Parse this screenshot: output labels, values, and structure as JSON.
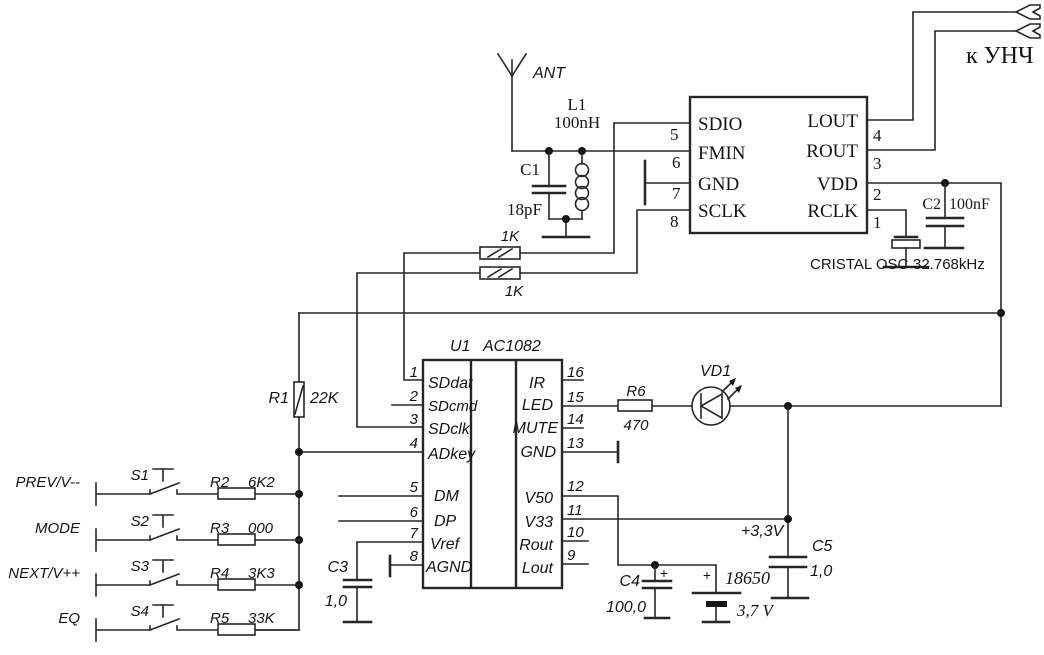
{
  "antenna": {
    "label": "ANT"
  },
  "l1": {
    "ref": "L1",
    "value": "100nH"
  },
  "c1": {
    "ref": "C1",
    "value": "18pF"
  },
  "r_sdio": {
    "value": "1K"
  },
  "r_sclk": {
    "value": "1K"
  },
  "tuner": {
    "pins_left": [
      {
        "num": "5",
        "name": "SDIO"
      },
      {
        "num": "6",
        "name": "FMIN"
      },
      {
        "num": "7",
        "name": "GND"
      },
      {
        "num": "8",
        "name": "SCLK"
      }
    ],
    "pins_right": [
      {
        "num": "4",
        "name": "LOUT"
      },
      {
        "num": "3",
        "name": "ROUT"
      },
      {
        "num": "2",
        "name": "VDD"
      },
      {
        "num": "1",
        "name": "RCLK"
      }
    ]
  },
  "output": {
    "label": "к УНЧ"
  },
  "crystal": {
    "name": "CRISTAL OSC",
    "freq": "32.768kHz"
  },
  "c2": {
    "ref": "C2",
    "value": "100nF"
  },
  "u1": {
    "ref": "U1",
    "part": "AC1082",
    "pins_left": [
      {
        "num": "1",
        "name": "SDdat"
      },
      {
        "num": "2",
        "name": "SDcmd"
      },
      {
        "num": "3",
        "name": "SDclk"
      },
      {
        "num": "4",
        "name": "ADkey"
      },
      {
        "num": "5",
        "name": "DM"
      },
      {
        "num": "6",
        "name": "DP"
      },
      {
        "num": "7",
        "name": "Vref"
      },
      {
        "num": "8",
        "name": "AGND"
      }
    ],
    "pins_right": [
      {
        "num": "16",
        "name": "IR"
      },
      {
        "num": "15",
        "name": "LED"
      },
      {
        "num": "14",
        "name": "MUTE"
      },
      {
        "num": "13",
        "name": "GND"
      },
      {
        "num": "12",
        "name": "V50"
      },
      {
        "num": "11",
        "name": "V33"
      },
      {
        "num": "10",
        "name": "Rout"
      },
      {
        "num": "9",
        "name": "Lout"
      }
    ]
  },
  "r1": {
    "ref": "R1",
    "value": "22K"
  },
  "r6": {
    "ref": "R6",
    "value": "470"
  },
  "vd1": {
    "ref": "VD1"
  },
  "buttons": [
    {
      "label": "PREV/V--",
      "sw": "S1",
      "r": "R2",
      "val": "6K2"
    },
    {
      "label": "MODE",
      "sw": "S2",
      "r": "R3",
      "val": "000"
    },
    {
      "label": "NEXT/V++",
      "sw": "S3",
      "r": "R4",
      "val": "3K3"
    },
    {
      "label": "EQ",
      "sw": "S4",
      "r": "R5",
      "val": "33K"
    }
  ],
  "c3": {
    "ref": "C3",
    "value": "1,0"
  },
  "c4": {
    "ref": "C4",
    "value": "100,0",
    "plus": "+"
  },
  "battery": {
    "plus": "+",
    "label": "18650",
    "value": "3,7 V"
  },
  "c5": {
    "ref": "C5",
    "value": "1,0"
  },
  "rail": {
    "label": "+3,3V"
  },
  "colors": {
    "line": "#262626",
    "bg": "#ffffff"
  }
}
